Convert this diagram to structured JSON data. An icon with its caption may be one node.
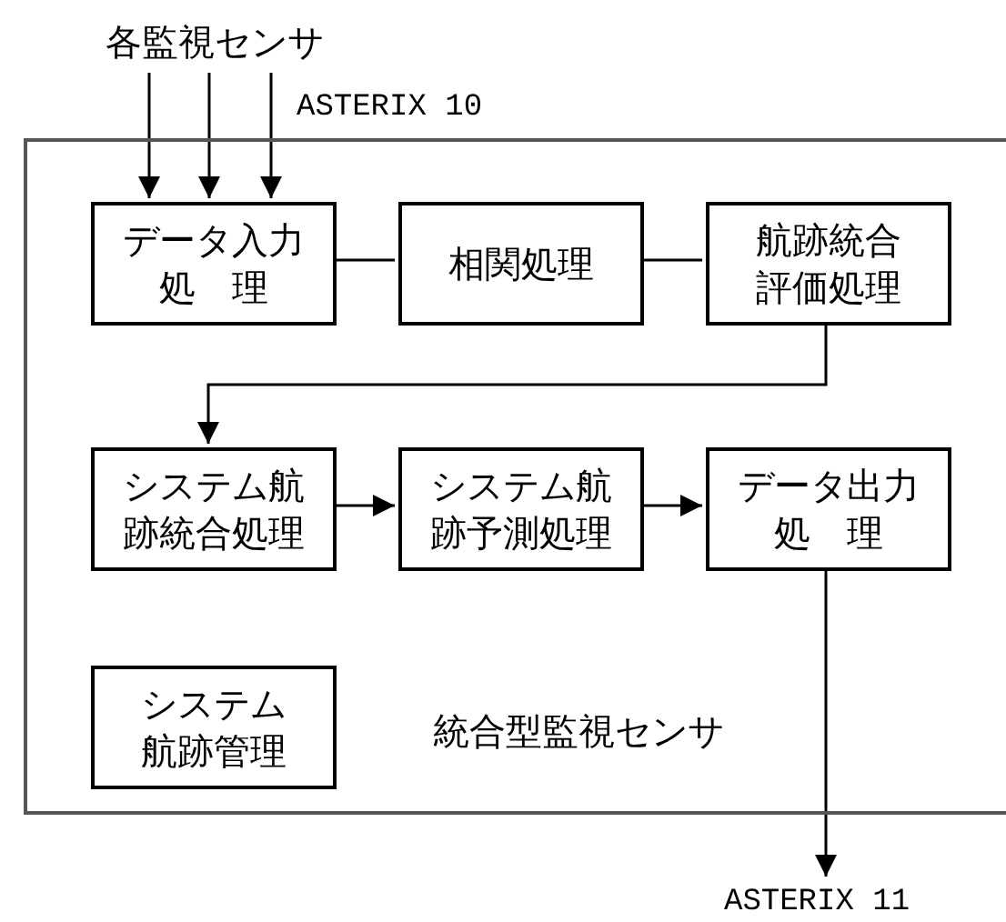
{
  "diagram": {
    "nodes": [
      {
        "text": [
          "統合型監視センサ"
        ]
      },
      {
        "text": [
          "データ入力処　理"
        ],
        "in": 0
      },
      {
        "text": [
          "相関処理"
        ],
        "in": 0
      },
      {
        "text": [
          "航跡統合評価処理"
        ],
        "in": 0
      },
      {
        "text": [
          "システム航跡統合処理"
        ],
        "in": 0
      },
      {
        "text": [
          "システム航跡予測処理"
        ],
        "in": 0
      },
      {
        "text": [
          "データ出力処　理"
        ],
        "in": 0
      },
      {
        "text": [
          "システム航跡管理"
        ],
        "in": 0
      },
      {
        "text": [
          "各監視センサ"
        ]
      },
      {
        "text": [
          "ASTERIX 11"
        ]
      }
    ],
    "edges": [
      {
        "from": 8,
        "to": 1,
        "arrow": "to"
      },
      {
        "from": 8,
        "to": 1,
        "arrow": "to"
      },
      {
        "from": 8,
        "to": 1,
        "arrow": "to"
      },
      {
        "from": 1,
        "to": 2,
        "arrow": "none"
      },
      {
        "from": 2,
        "to": 3,
        "arrow": "none"
      },
      {
        "from": 3,
        "to": 4,
        "arrow": "to"
      },
      {
        "from": 4,
        "to": 5,
        "arrow": "to"
      },
      {
        "from": 5,
        "to": 6,
        "arrow": "to"
      },
      {
        "from": 6,
        "to": 9,
        "arrow": "to"
      }
    ],
    "labels": [
      "ASTERIX 10"
    ]
  }
}
